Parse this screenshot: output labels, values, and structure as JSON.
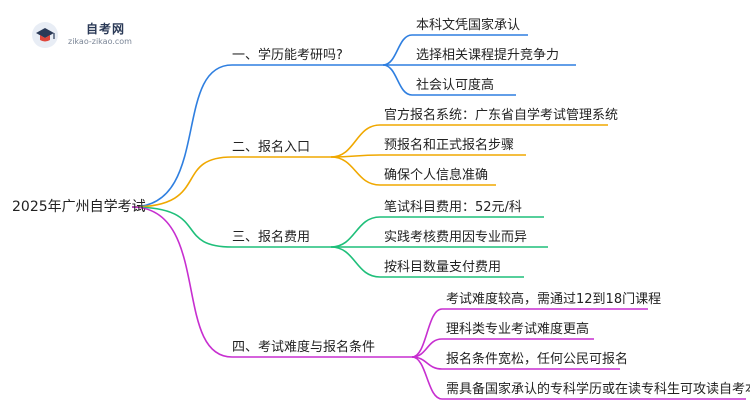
{
  "logo": {
    "title": "自考网",
    "url": "zikao-zikao.com"
  },
  "root": {
    "label": "2025年广州自学考试"
  },
  "branches": [
    {
      "label": "一、学历能考研吗?",
      "color": "#2f7fe0",
      "leaves": [
        "本科文凭国家承认",
        "选择相关课程提升竞争力",
        "社会认可度高"
      ]
    },
    {
      "label": "二、报名入口",
      "color": "#f0a800",
      "leaves": [
        "官方报名系统：广东省自学考试管理系统",
        "预报名和正式报名步骤",
        "确保个人信息准确"
      ]
    },
    {
      "label": "三、报名费用",
      "color": "#1fbf7a",
      "leaves": [
        "笔试科目费用：52元/科",
        "实践考核费用因专业而异",
        "按科目数量支付费用"
      ]
    },
    {
      "label": "四、考试难度与报名条件",
      "color": "#c72fd0",
      "leaves": [
        "考试难度较高，需通过12到18门课程",
        "理科类专业考试难度更高",
        "报名条件宽松，任何公民可报名",
        "需具备国家承认的专科学历或在读专科生可攻读自考本科"
      ]
    }
  ]
}
